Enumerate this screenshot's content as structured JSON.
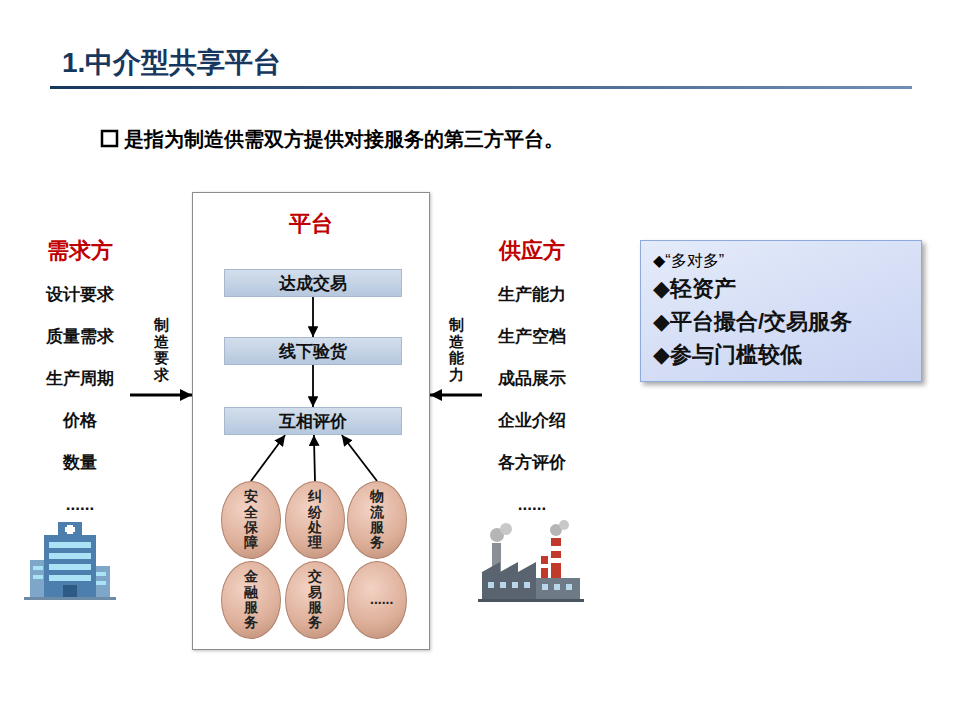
{
  "diagram": {
    "title": "1.中介型共享平台",
    "nodes": [
      {
        "text": [
          "需求方",
          "设计要求",
          "质量需求",
          "生产周期",
          "价格",
          "数量",
          "......"
        ]
      },
      {
        "text": [
          "平台"
        ]
      },
      {
        "text": [
          "达成交易"
        ],
        "in": 1
      },
      {
        "text": [
          "线下验货"
        ],
        "in": 1
      },
      {
        "text": [
          "互相评价"
        ],
        "in": 1
      },
      {
        "text": [
          "安全保障"
        ],
        "in": 1
      },
      {
        "text": [
          "纠纷处理"
        ],
        "in": 1
      },
      {
        "text": [
          "物流服务"
        ],
        "in": 1
      },
      {
        "text": [
          "金融服务"
        ],
        "in": 1
      },
      {
        "text": [
          "交易服务"
        ],
        "in": 1
      },
      {
        "text": [
          "......"
        ],
        "in": 1
      },
      {
        "text": [
          "供应方",
          "生产能力",
          "生产空档",
          "成品展示",
          "企业介绍",
          "各方评价",
          "......"
        ]
      },
      {
        "text": [
          "◆“多对多”",
          "◆轻资产",
          "◆平台撮合/交易服务",
          "◆参与门槛较低"
        ]
      }
    ],
    "edges": [
      {
        "from": 0,
        "to": 1,
        "label": "制造要求",
        "arrow": "to"
      },
      {
        "from": 11,
        "to": 1,
        "label": "制造能力",
        "arrow": "to"
      },
      {
        "from": 2,
        "to": 3,
        "arrow": "to"
      },
      {
        "from": 3,
        "to": 4,
        "arrow": "to"
      },
      {
        "from": 5,
        "to": 4,
        "arrow": "to"
      },
      {
        "from": 6,
        "to": 4,
        "arrow": "to"
      },
      {
        "from": 7,
        "to": 4,
        "arrow": "to"
      }
    ],
    "labels": [
      "是指为制造供需双方提供对接服务的第三方平台。"
    ]
  }
}
